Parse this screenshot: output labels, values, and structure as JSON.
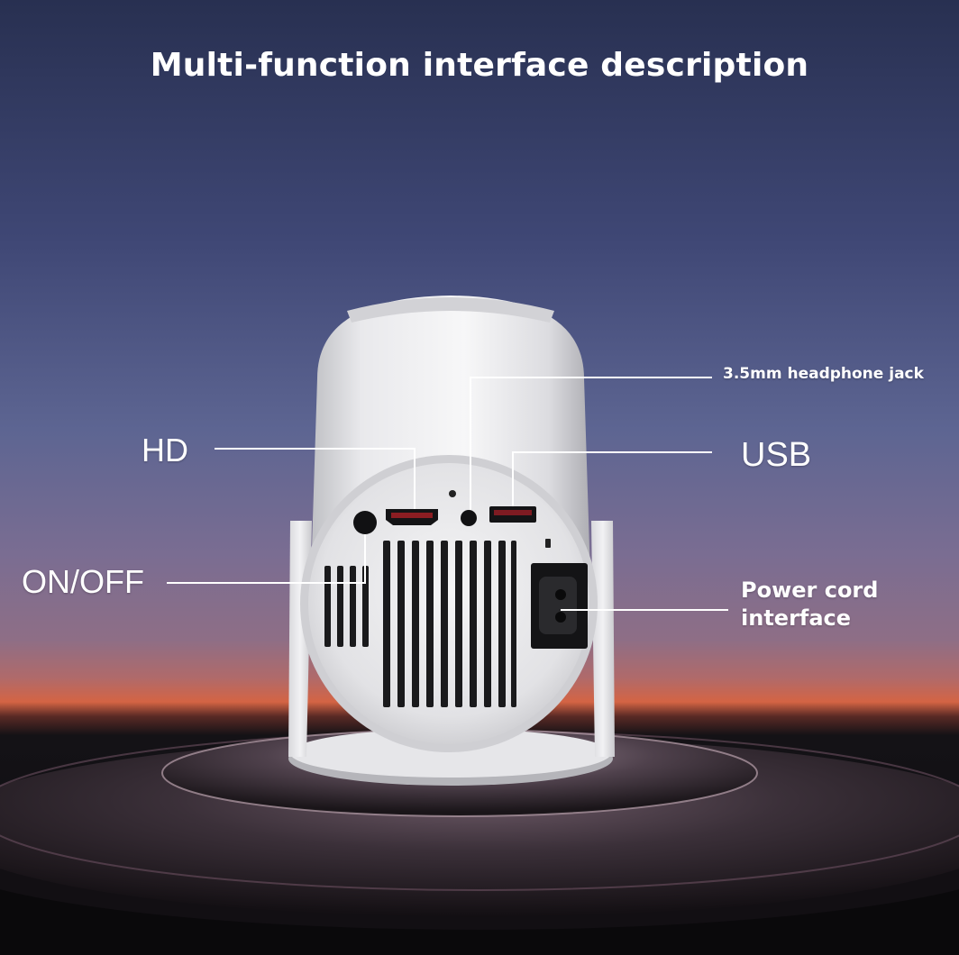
{
  "title": "Multi-function interface description",
  "labels": {
    "hd": "HD",
    "usb": "USB",
    "on_off": "ON/OFF",
    "headphone_jack": "3.5mm headphone jack",
    "power_cord_line1": "Power cord",
    "power_cord_line2": "interface"
  },
  "colors": {
    "sky_top": "#2b3356",
    "sky_mid": "#5c6593",
    "horizon_glow": "#c9583f",
    "device_body": "#e8e8ea",
    "label_text": "#ffffff"
  }
}
